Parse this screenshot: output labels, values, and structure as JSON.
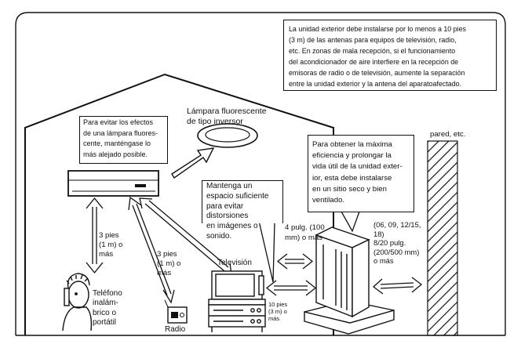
{
  "notes": {
    "top": "La unidad exterior debe instalarse por lo menos a 10 pies\n(3 m) de las antenas para equipos de televisión, radio,\netc. En zonas de mala recepción, si el funcionamiento\ndel acondicionador de aire interfiere en la recepción de\nemisoras de radio o de televisión, aumente la separación\nentre la unidad exterior y la antena del aparatoafectado.",
    "fluorescent_advice": "Para evitar los efectos\nde una lámpara fluores-\ncente, manténgase lo\nmás alejado posible.",
    "space_advice": "Mantenga un\nespacio suficiente\npara evitar\ndistorsiones\nen imágenes o\nsonido.",
    "efficiency_advice": "Para obtener la máxima\neficiencia y prolongar la\nvida útil de la unidad exter-\nior, esta debe instalarse\nen un sitio seco y bien\nventilado."
  },
  "labels": {
    "lamp": "Lámpara fluorescente\nde tipo inversor",
    "wall": "pared, etc.",
    "dist_phone": "3 pies\n(1 m) o\nmás",
    "dist_radio": "3 pies\n(1 m) o\nmás",
    "phone": "Teléfono\ninalám-\nbrico o\nportátil",
    "radio": "Radio",
    "tv": "Televisión",
    "dist_tv": "10 pies\n(3 m) o\nmás",
    "dist_wall_back": "4 pulg. (100\nmm) o más",
    "dist_side": "(06, 09, 12/15,\n18)\n8/20 pulg.\n(200/500 mm)\no más"
  }
}
